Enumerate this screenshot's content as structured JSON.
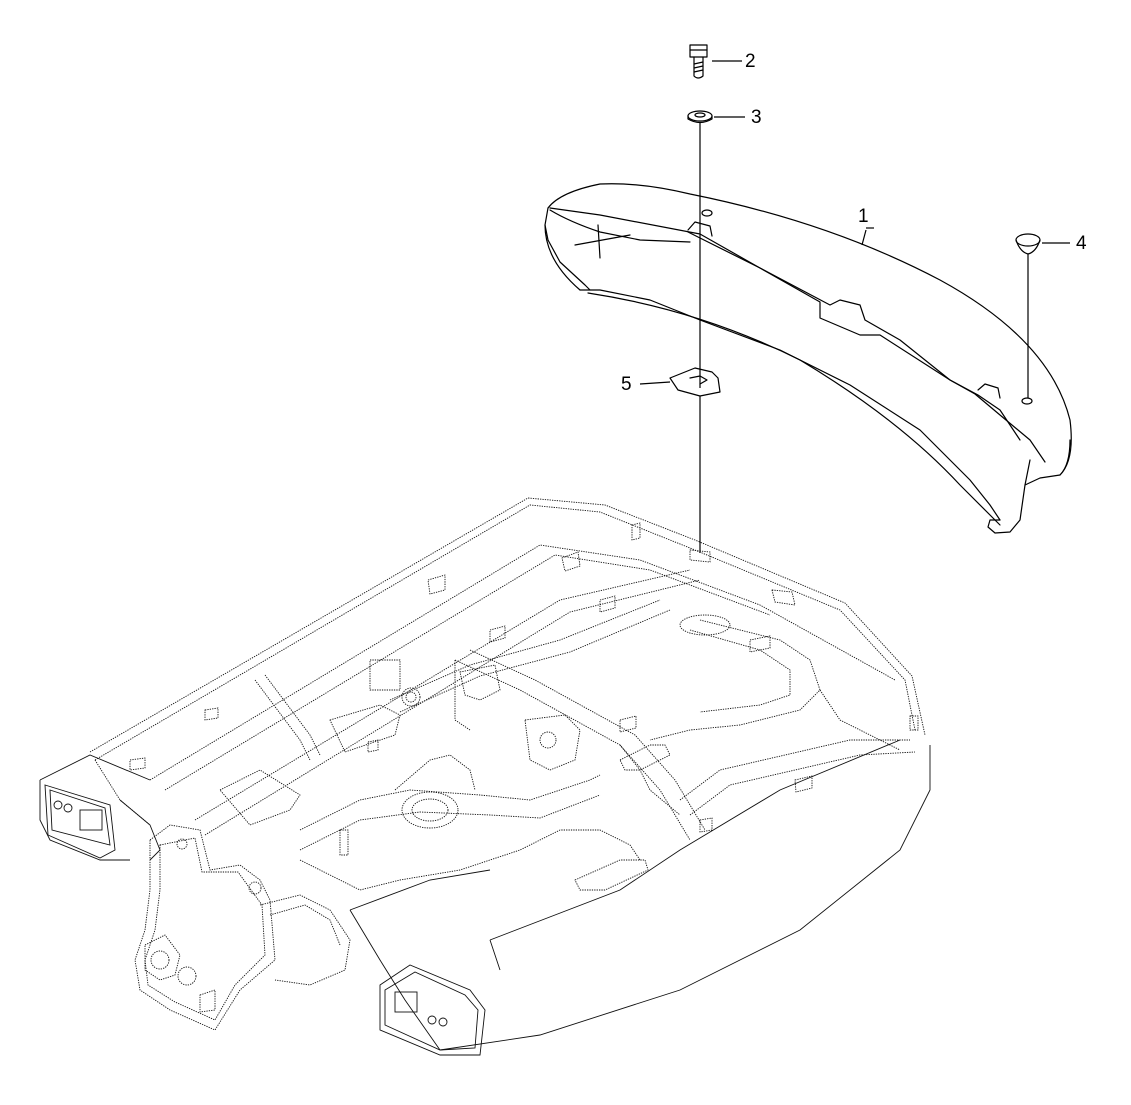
{
  "diagram": {
    "type": "exploded-parts-diagram",
    "callouts": [
      {
        "id": "1",
        "label": "1",
        "part": "counterweight"
      },
      {
        "id": "2",
        "label": "2",
        "part": "bolt"
      },
      {
        "id": "3",
        "label": "3",
        "part": "washer"
      },
      {
        "id": "4",
        "label": "4",
        "part": "plug"
      },
      {
        "id": "5",
        "label": "5",
        "part": "plate"
      }
    ]
  },
  "colors": {
    "line": "#000000",
    "background": "#ffffff"
  }
}
